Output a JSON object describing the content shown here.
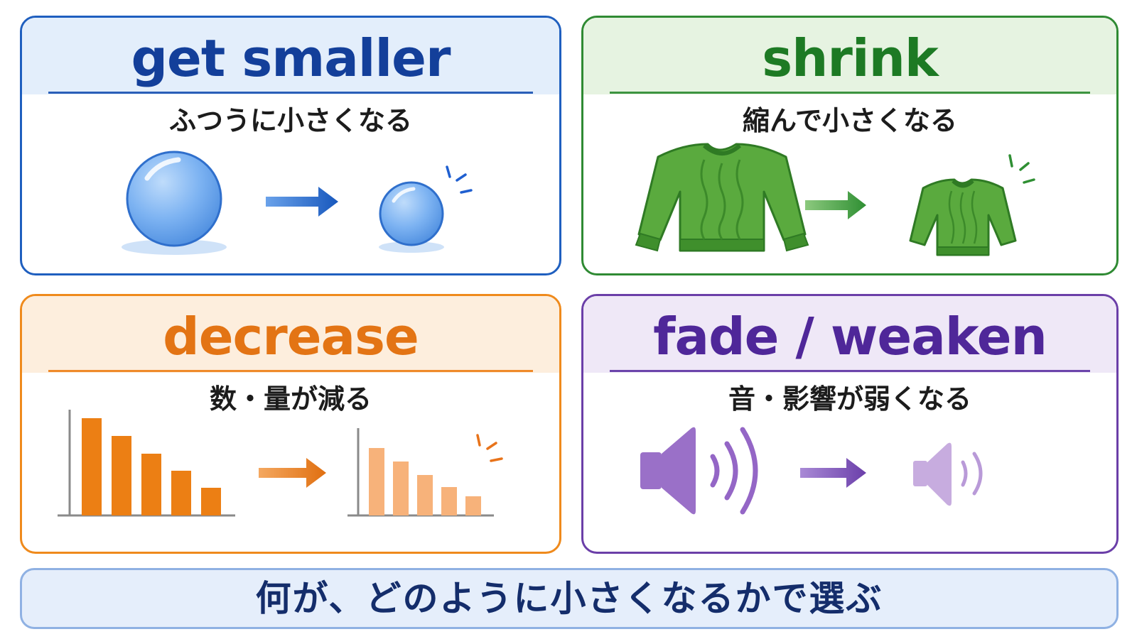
{
  "cards": [
    {
      "id": "get-smaller",
      "title": "get smaller",
      "subtitle": "ふつうに小さくなる",
      "illustration": "ball-shrinks-icon",
      "color": "#133f9a",
      "accent": "#5b9be8"
    },
    {
      "id": "shrink",
      "title": "shrink",
      "subtitle": "縮んで小さくなる",
      "illustration": "sweater-shrinks-icon",
      "color": "#1d7a24",
      "accent": "#4ea63a"
    },
    {
      "id": "decrease",
      "title": "decrease",
      "subtitle": "数・量が減る",
      "illustration": "bars-decrease-icon",
      "color": "#e37414",
      "accent": "#f08a1d"
    },
    {
      "id": "fade-weaken",
      "title": "fade / weaken",
      "subtitle": "音・影響が弱くなる",
      "illustration": "speaker-volume-down-icon",
      "color": "#4f2799",
      "accent": "#9a6cc9"
    }
  ],
  "footer": {
    "text": "何が、どのように小さくなるかで選ぶ",
    "color": "#142d6b"
  }
}
